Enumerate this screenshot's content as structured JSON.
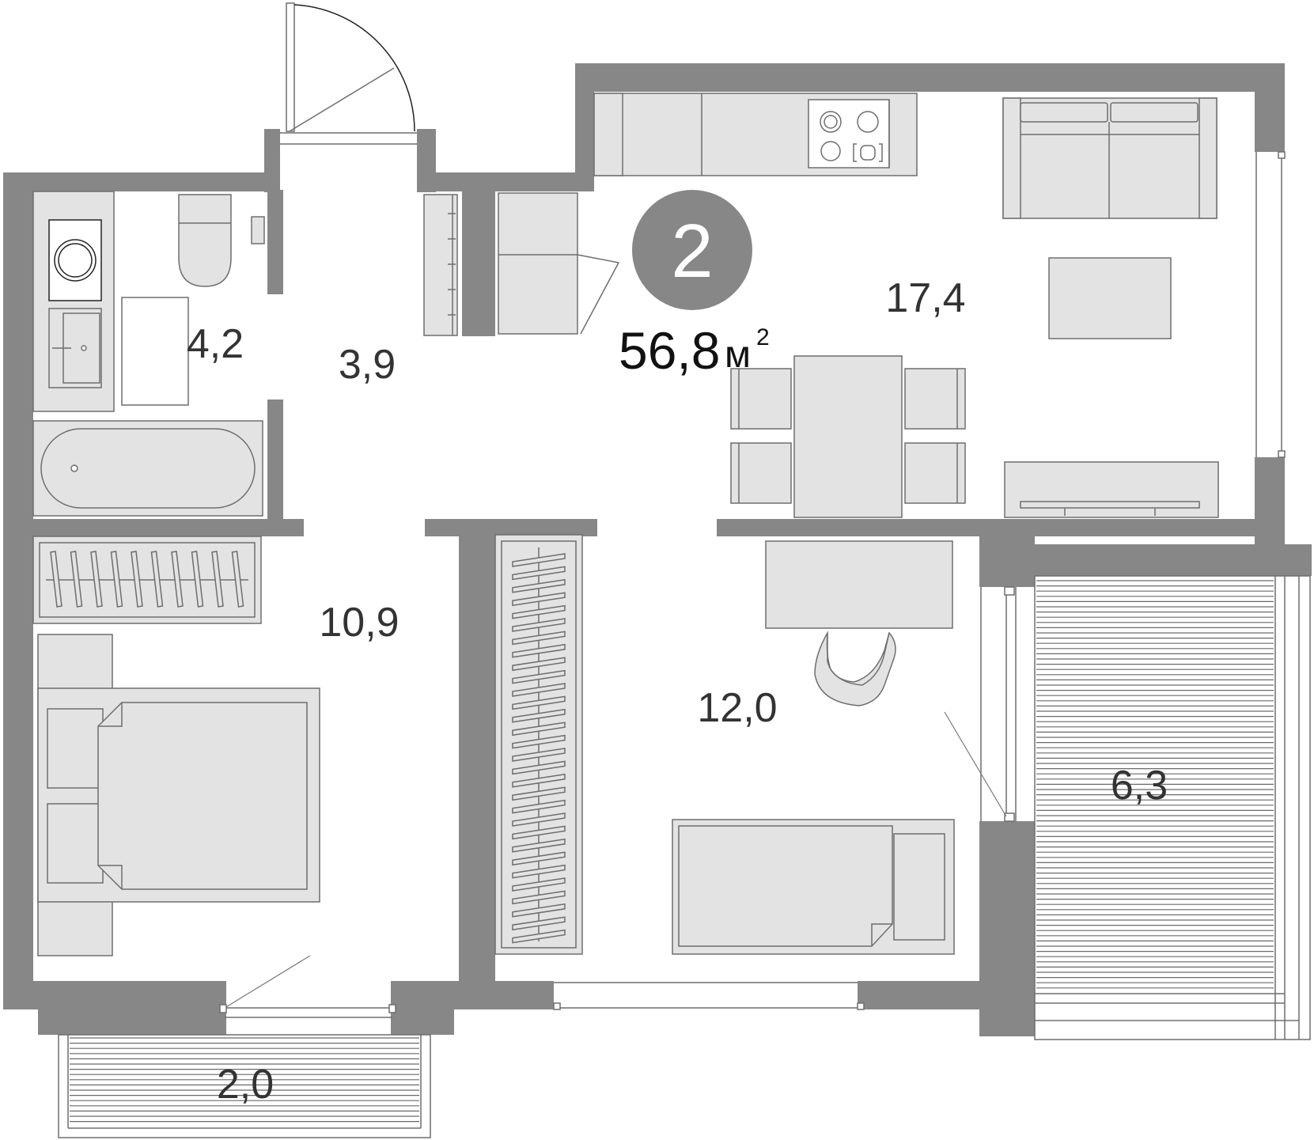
{
  "plan": {
    "room_count": "2",
    "total_area": "56,8",
    "area_unit": "м",
    "area_unit_power": "2",
    "badge_color": "#878787",
    "wall_color": "#878787",
    "furniture_color": "#e3e3e3",
    "rooms": {
      "bathroom": "4,2",
      "hallway": "3,9",
      "living_kitchen": "17,4",
      "bedroom": "10,9",
      "office": "12,0",
      "loggia": "6,3",
      "balcony": "2,0"
    }
  }
}
